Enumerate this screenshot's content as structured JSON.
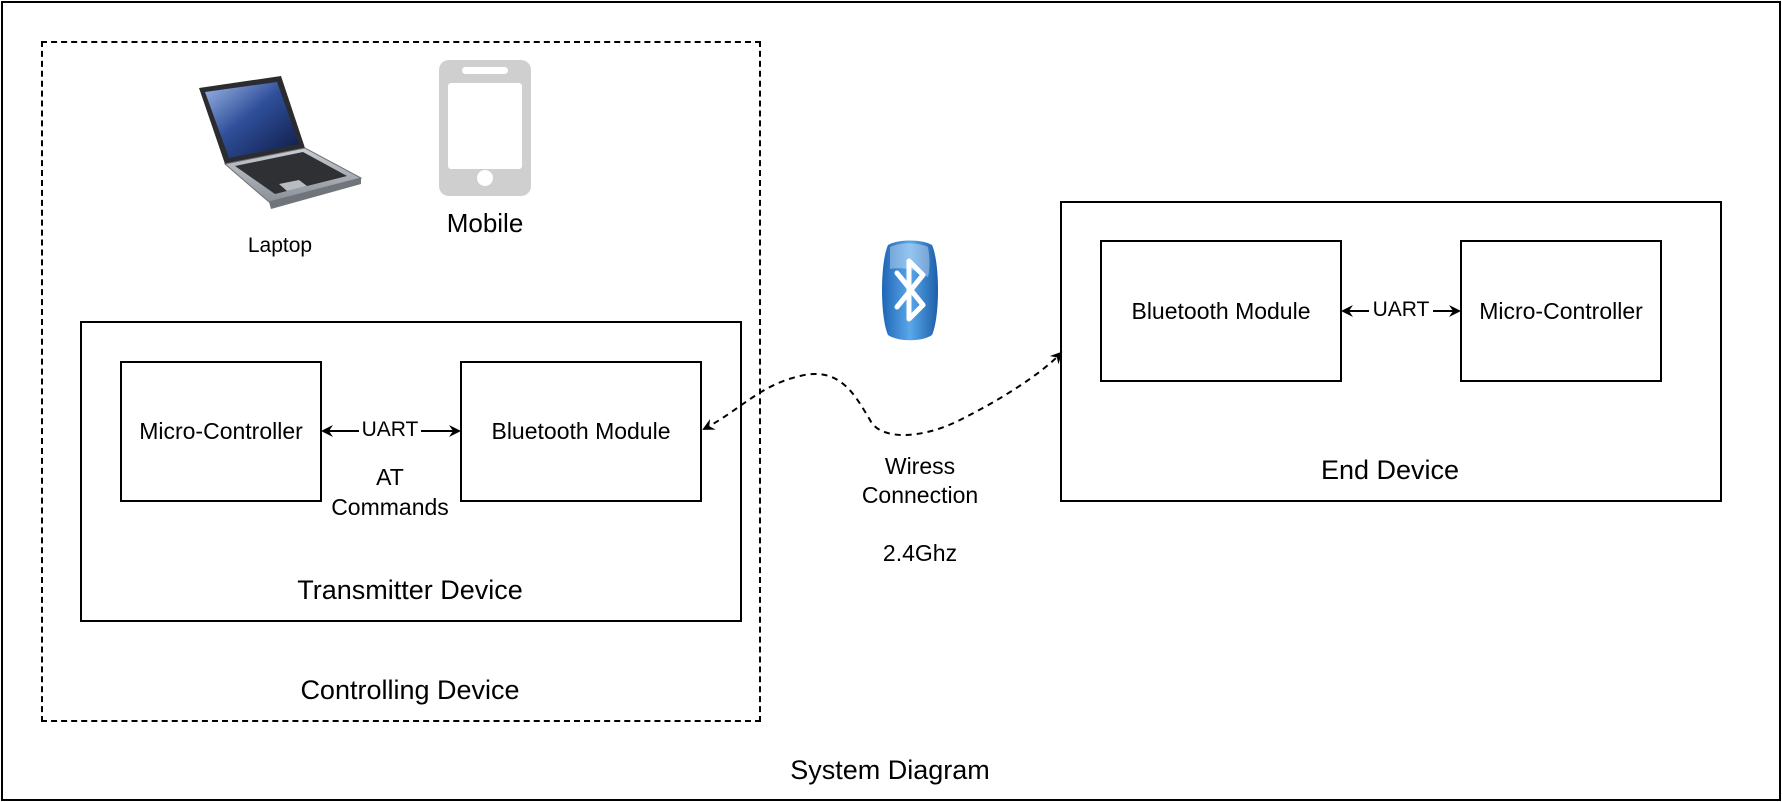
{
  "diagram": {
    "title": "System Diagram",
    "controlling_device": {
      "label": "Controlling Device",
      "laptop_label": "Laptop",
      "mobile_label": "Mobile"
    },
    "transmitter_device": {
      "label": "Transmitter Device",
      "micro_controller": "Micro-Controller",
      "bluetooth_module": "Bluetooth Module",
      "uart_label": "UART",
      "at_commands_line1": "AT",
      "at_commands_line2": "Commands"
    },
    "end_device": {
      "label": "End Device",
      "bluetooth_module": "Bluetooth Module",
      "micro_controller": "Micro-Controller",
      "uart_label": "UART"
    },
    "wireless": {
      "line1": "Wiress",
      "line2": "Connection",
      "frequency": "2.4Ghz"
    },
    "icons": [
      "laptop-icon",
      "mobile-phone-icon",
      "bluetooth-icon"
    ],
    "colors": {
      "bluetooth_blue": "#3d8fd8",
      "phone_gray": "#cfcfcf"
    }
  }
}
